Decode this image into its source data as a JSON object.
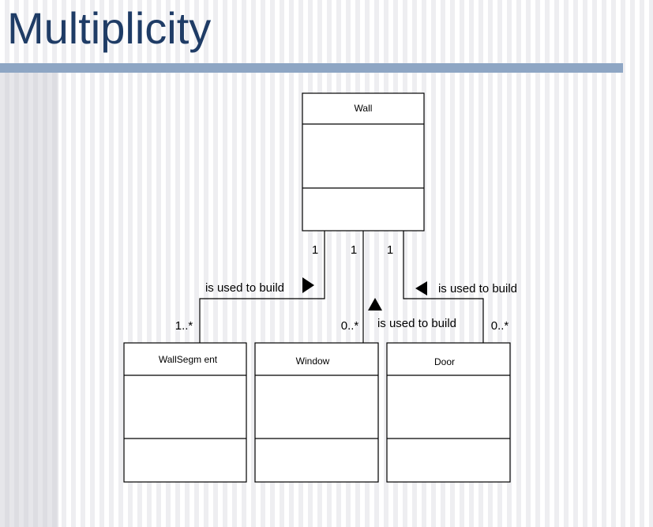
{
  "slide": {
    "title": "Multiplicity"
  },
  "classes": {
    "wall": "Wall",
    "wallsegment": "WallSegm ent",
    "window": "Window",
    "door": "Door"
  },
  "associations": {
    "wallsegment": {
      "label": "is used to build",
      "wall_end": "1",
      "part_end": "1..*",
      "arrow": "right"
    },
    "window": {
      "label": "is used to build",
      "wall_end": "1",
      "part_end": "0..*",
      "arrow": "up"
    },
    "door": {
      "label": "is used to build",
      "wall_end": "1",
      "part_end": "0..*",
      "arrow": "left"
    }
  },
  "colors": {
    "title_text": "#1f3c66",
    "title_bar": "#8ea6c4",
    "lines": "#000000"
  }
}
